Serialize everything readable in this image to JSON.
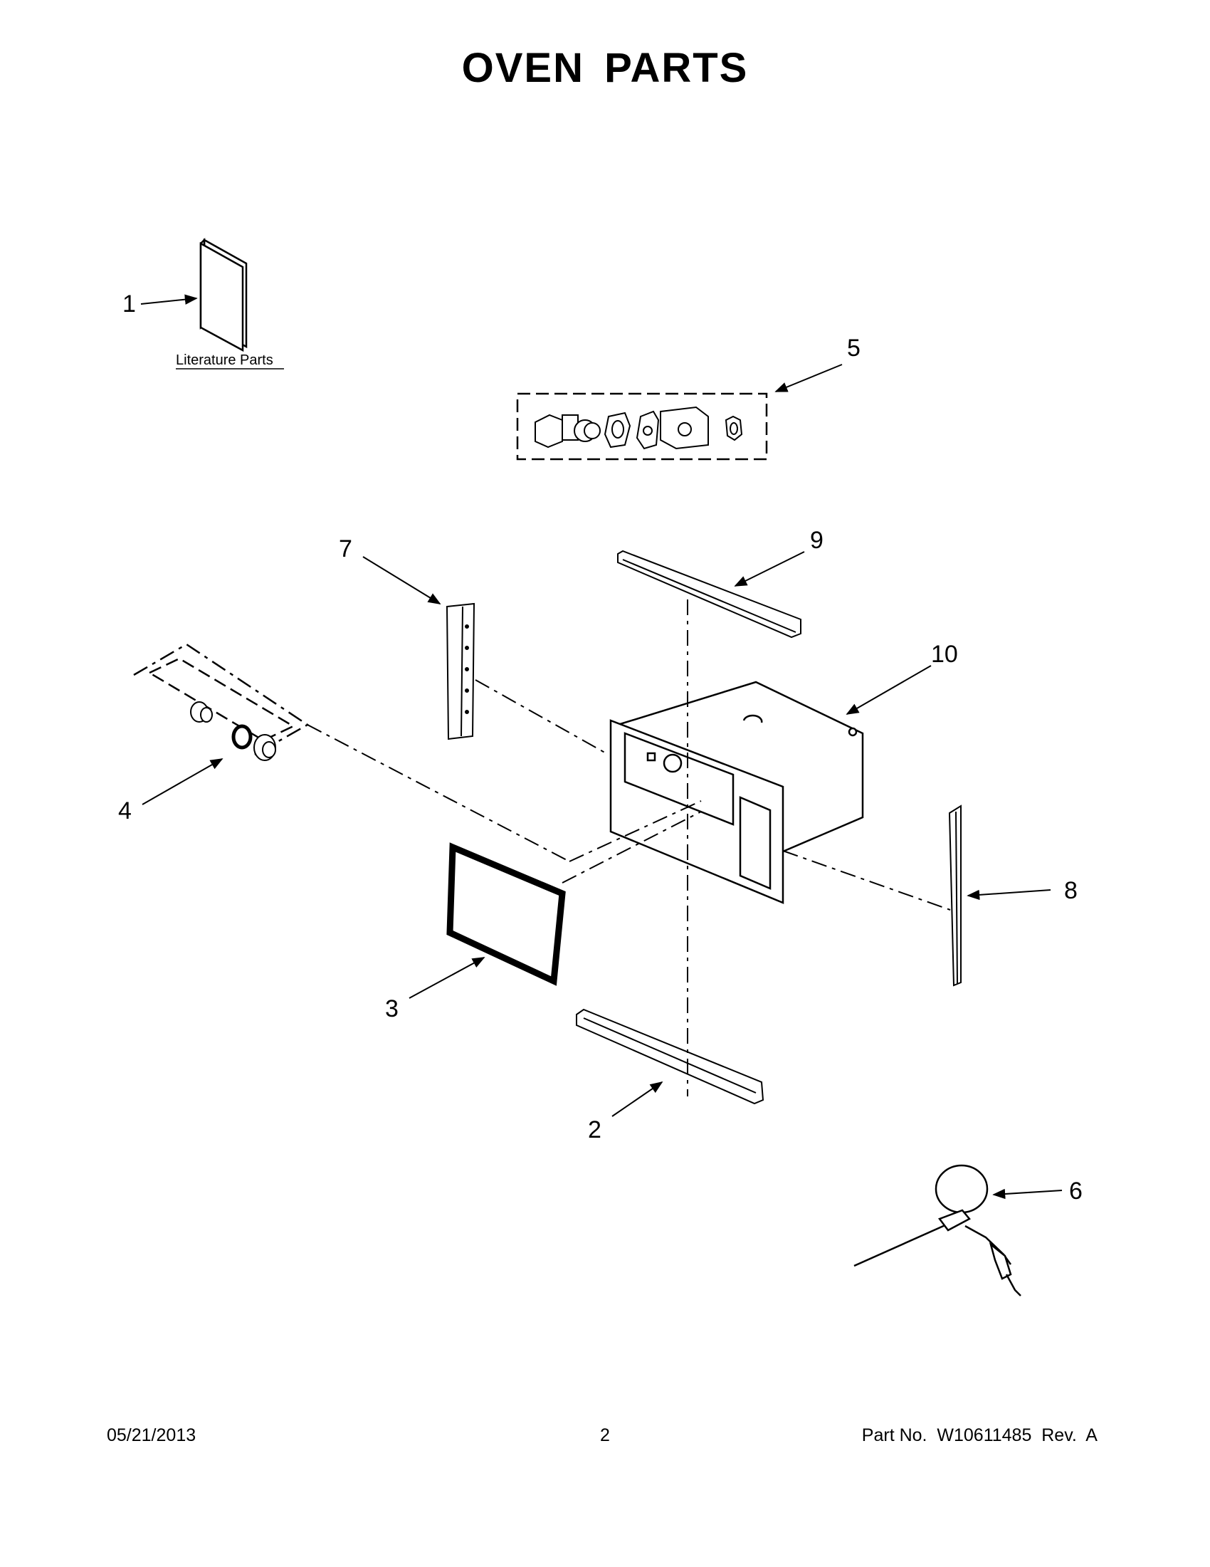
{
  "title": "OVEN PARTS",
  "literature_label": "Literature Parts",
  "callouts": {
    "c1": "1",
    "c2": "2",
    "c3": "3",
    "c4": "4",
    "c5": "5",
    "c6": "6",
    "c7": "7",
    "c8": "8",
    "c9": "9",
    "c10": "10"
  },
  "footer": {
    "date": "05/21/2013",
    "page": "2",
    "part": "Part No.  W10611485  Rev.  A"
  }
}
